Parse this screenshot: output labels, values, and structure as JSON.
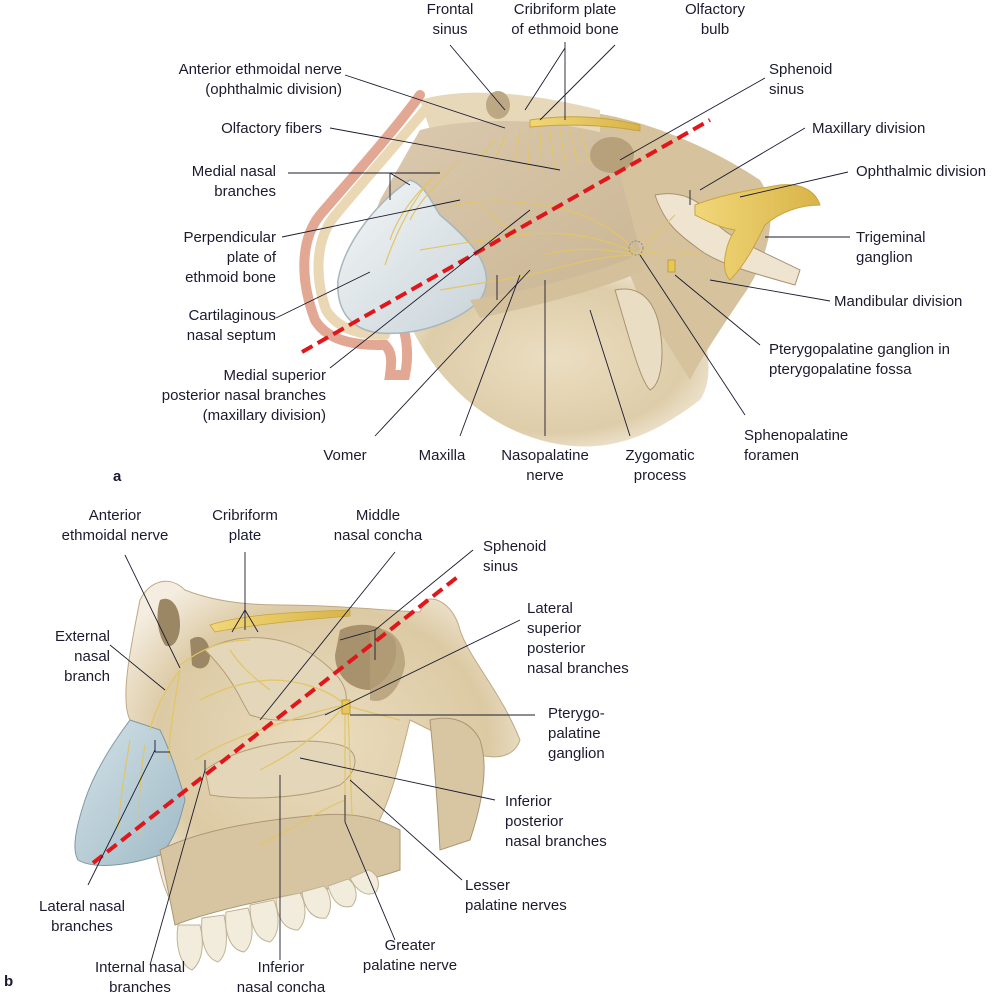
{
  "figure": {
    "panel_a": {
      "letter": "a",
      "labels": [
        {
          "id": "frontal-sinus",
          "lines": [
            "Frontal",
            "sinus"
          ]
        },
        {
          "id": "cribriform-plate-ethmoid",
          "lines": [
            "Cribriform plate",
            "of ethmoid bone"
          ]
        },
        {
          "id": "olfactory-bulb",
          "lines": [
            "Olfactory",
            "bulb"
          ]
        },
        {
          "id": "anterior-ethmoidal-nerve",
          "lines": [
            "Anterior ethmoidal nerve",
            "(ophthalmic division)"
          ]
        },
        {
          "id": "sphenoid-sinus",
          "lines": [
            "Sphenoid",
            "sinus"
          ]
        },
        {
          "id": "olfactory-fibers",
          "lines": [
            "Olfactory fibers"
          ]
        },
        {
          "id": "maxillary-division",
          "lines": [
            "Maxillary division"
          ]
        },
        {
          "id": "medial-nasal-branches",
          "lines": [
            "Medial nasal",
            "branches"
          ]
        },
        {
          "id": "ophthalmic-division",
          "lines": [
            "Ophthalmic division"
          ]
        },
        {
          "id": "perpendicular-plate",
          "lines": [
            "Perpendicular",
            "plate of",
            "ethmoid bone"
          ]
        },
        {
          "id": "trigeminal-ganglion",
          "lines": [
            "Trigeminal",
            "ganglion"
          ]
        },
        {
          "id": "cartilaginous-nasal-septum",
          "lines": [
            "Cartilaginous",
            "nasal septum"
          ]
        },
        {
          "id": "mandibular-division",
          "lines": [
            "Mandibular division"
          ]
        },
        {
          "id": "pterygopalatine-ganglion-fossa",
          "lines": [
            "Pterygopalatine ganglion in",
            "pterygopalatine fossa"
          ]
        },
        {
          "id": "medial-superior-posterior-nasal-branches",
          "lines": [
            "Medial superior",
            "posterior nasal branches",
            "(maxillary division)"
          ]
        },
        {
          "id": "vomer",
          "lines": [
            "Vomer"
          ]
        },
        {
          "id": "maxilla",
          "lines": [
            "Maxilla"
          ]
        },
        {
          "id": "nasopalatine-nerve",
          "lines": [
            "Nasopalatine",
            "nerve"
          ]
        },
        {
          "id": "zygomatic-process",
          "lines": [
            "Zygomatic",
            "process"
          ]
        },
        {
          "id": "sphenopalatine-foramen",
          "lines": [
            "Sphenopalatine",
            "foramen"
          ]
        }
      ]
    },
    "panel_b": {
      "letter": "b",
      "labels": [
        {
          "id": "anterior-ethmoidal-nerve-b",
          "lines": [
            "Anterior",
            "ethmoidal nerve"
          ]
        },
        {
          "id": "cribriform-plate-b",
          "lines": [
            "Cribriform",
            "plate"
          ]
        },
        {
          "id": "middle-nasal-concha",
          "lines": [
            "Middle",
            "nasal concha"
          ]
        },
        {
          "id": "sphenoid-sinus-b",
          "lines": [
            "Sphenoid",
            "sinus"
          ]
        },
        {
          "id": "external-nasal-branch",
          "lines": [
            "External",
            "nasal",
            "branch"
          ]
        },
        {
          "id": "lateral-superior-posterior-nasal-branches",
          "lines": [
            "Lateral",
            "superior",
            "posterior",
            "nasal branches"
          ]
        },
        {
          "id": "pterygopalatine-ganglion-b",
          "lines": [
            "Pterygo-",
            "palatine",
            "ganglion"
          ]
        },
        {
          "id": "inferior-posterior-nasal-branches",
          "lines": [
            "Inferior",
            "posterior",
            "nasal branches"
          ]
        },
        {
          "id": "lesser-palatine-nerves",
          "lines": [
            "Lesser",
            "palatine nerves"
          ]
        },
        {
          "id": "lateral-nasal-branches",
          "lines": [
            "Lateral nasal",
            "branches"
          ]
        },
        {
          "id": "greater-palatine-nerve",
          "lines": [
            "Greater",
            "palatine nerve"
          ]
        },
        {
          "id": "internal-nasal-branches",
          "lines": [
            "Internal nasal",
            "branches"
          ]
        },
        {
          "id": "inferior-nasal-concha",
          "lines": [
            "Inferior",
            "nasal concha"
          ]
        }
      ]
    },
    "colors": {
      "bone": "#e6d7b8",
      "bone_dark": "#b9a37e",
      "mucosa": "#d9c7a6",
      "nerve": "#e8c75a",
      "cartilage": "#dfe6ea",
      "cartilage_b": "#b9cdd6",
      "skin": "#e3a894",
      "teeth": "#f2ecdc",
      "cut_line": "#e0161b",
      "leader": "#1b1b2f"
    }
  }
}
